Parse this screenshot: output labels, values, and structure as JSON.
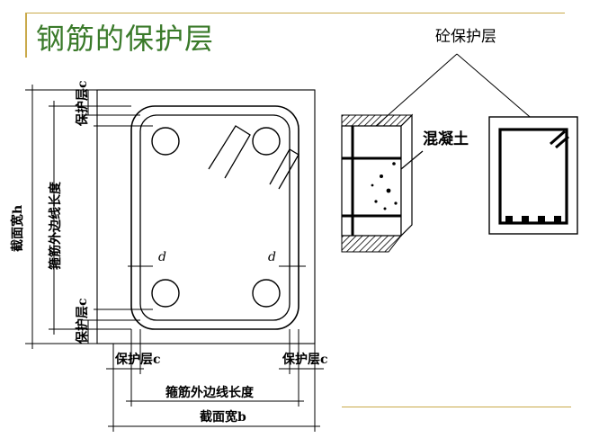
{
  "slide": {
    "title": "钢筋的保护层",
    "callout_label": "砼保护层",
    "concrete_label": "混凝土"
  },
  "diagram_labels": {
    "cover_top": "保护层c",
    "cover_bottom": "保护层c",
    "section_height": "截面宽h",
    "stirrup_vertical": "箍筋外边线长度",
    "bar_dia_left": "d",
    "bar_dia_right": "d",
    "cover_left": "保护层c",
    "cover_right": "保护层c",
    "stirrup_horizontal": "箍筋外边线长度",
    "section_width": "截面宽b"
  }
}
